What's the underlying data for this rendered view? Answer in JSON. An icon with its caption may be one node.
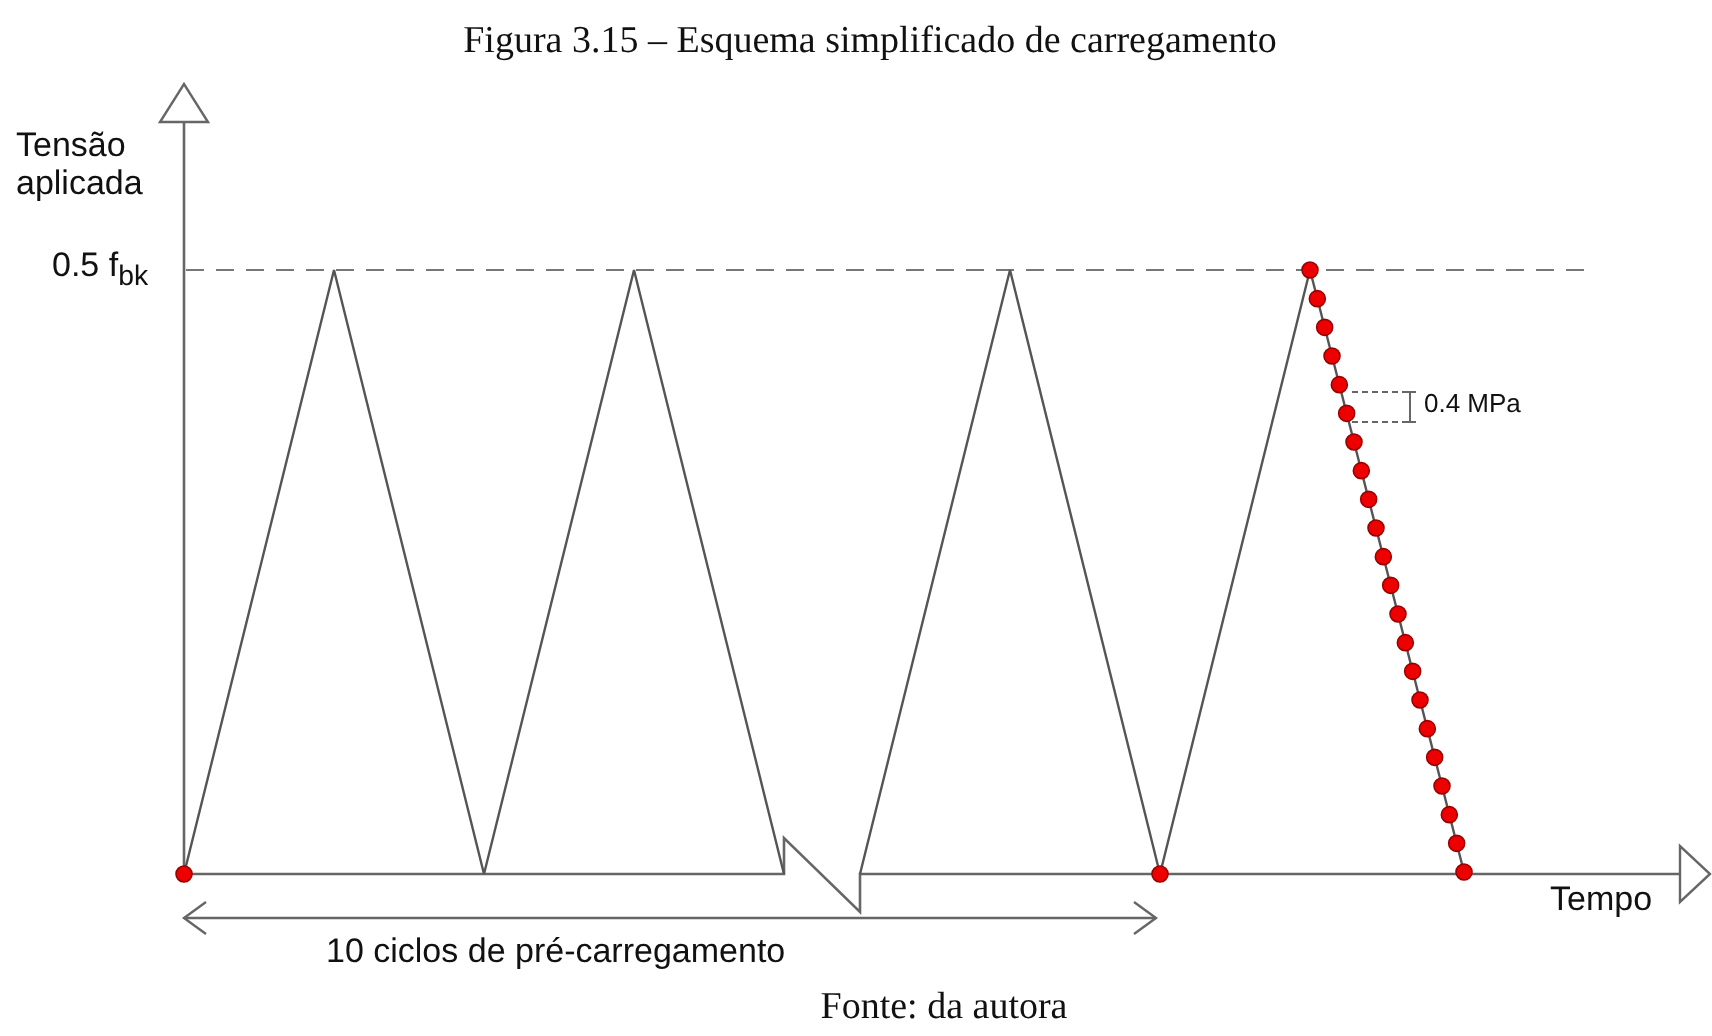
{
  "diagram": {
    "title": "Figura 3.15 – Esquema simplificado de carregamento",
    "caption": "Fonte: da autora",
    "labels": [
      "Tensão aplicada",
      "0.5 f$_{bk}$",
      "0.4 MPa",
      "Tempo",
      "10 ciclos de pré-carregamento"
    ]
  }
}
